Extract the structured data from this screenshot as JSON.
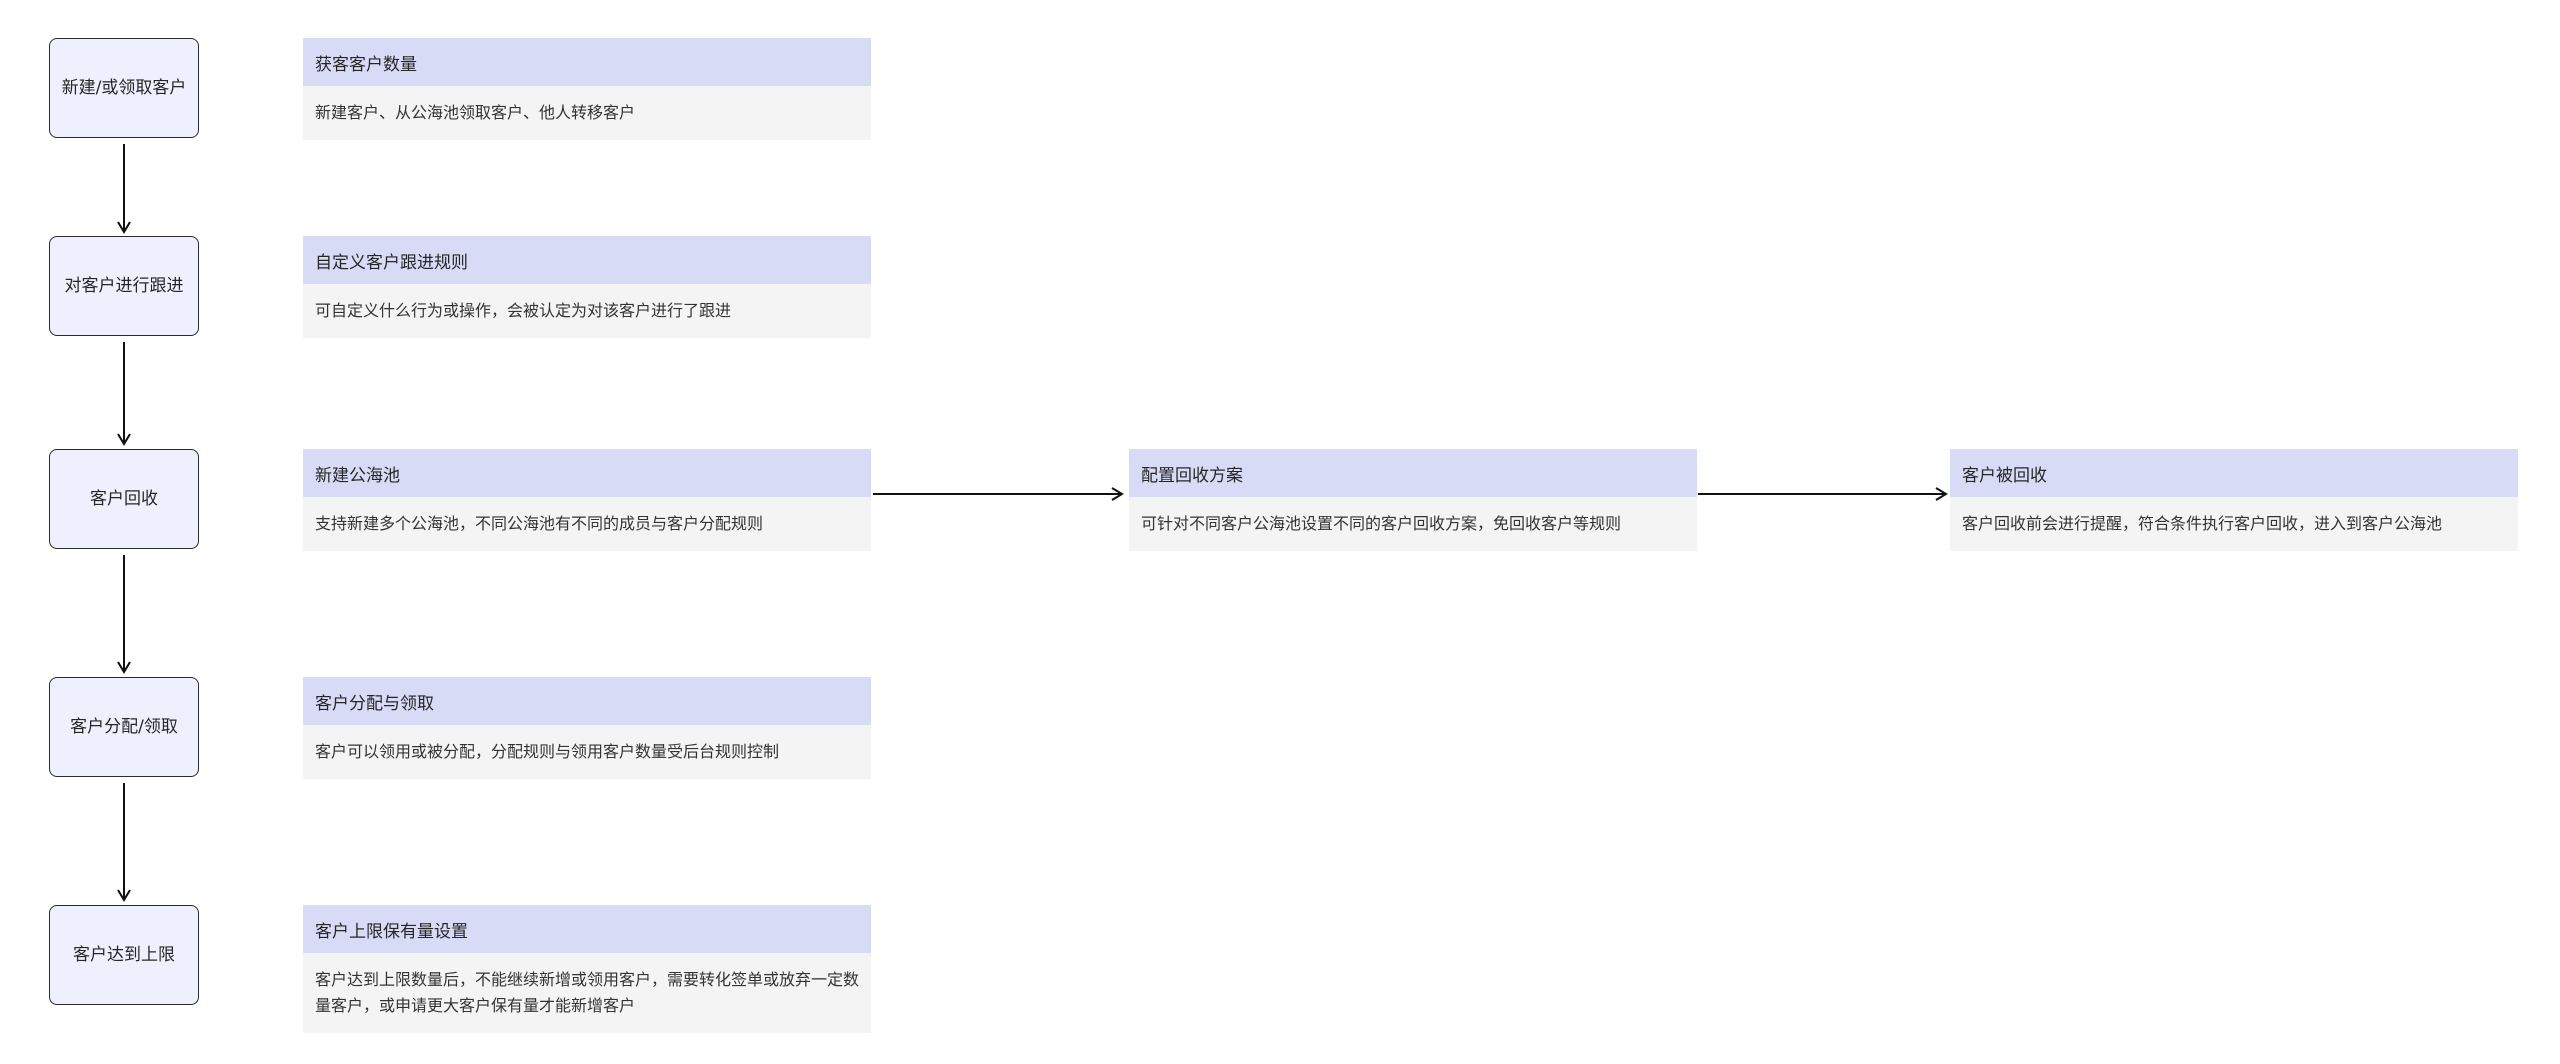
{
  "steps": [
    {
      "label": "新建/或领取客户"
    },
    {
      "label": "对客户进行跟进"
    },
    {
      "label": "客户回收"
    },
    {
      "label": "客户分配/领取"
    },
    {
      "label": "客户达到上限"
    }
  ],
  "cards": {
    "acquire": {
      "title": "获客客户数量",
      "desc": "新建客户、从公海池领取客户、他人转移客户"
    },
    "follow": {
      "title": "自定义客户跟进规则",
      "desc": "可自定义什么行为或操作，会被认定为对该客户进行了跟进"
    },
    "pool": {
      "title": "新建公海池",
      "desc": "支持新建多个公海池，不同公海池有不同的成员与客户分配规则"
    },
    "recycle_plan": {
      "title": "配置回收方案",
      "desc": "可针对不同客户公海池设置不同的客户回收方案，免回收客户等规则"
    },
    "recycled": {
      "title": "客户被回收",
      "desc": "客户回收前会进行提醒，符合条件执行客户回收，进入到客户公海池"
    },
    "assign": {
      "title": "客户分配与领取",
      "desc": "客户可以领用或被分配，分配规则与领用客户数量受后台规则控制"
    },
    "limit": {
      "title": "客户上限保有量设置",
      "desc": "客户达到上限数量后，不能继续新增或领用客户，需要转化签单或放弃一定数量客户，或申请更大客户保有量才能新增客户"
    }
  },
  "colors": {
    "step_fill": "#eef1fd",
    "step_border": "#2b2b2b",
    "card_title_fill": "#d7dbf6",
    "card_desc_fill": "#f4f4f4",
    "arrow": "#111111"
  }
}
